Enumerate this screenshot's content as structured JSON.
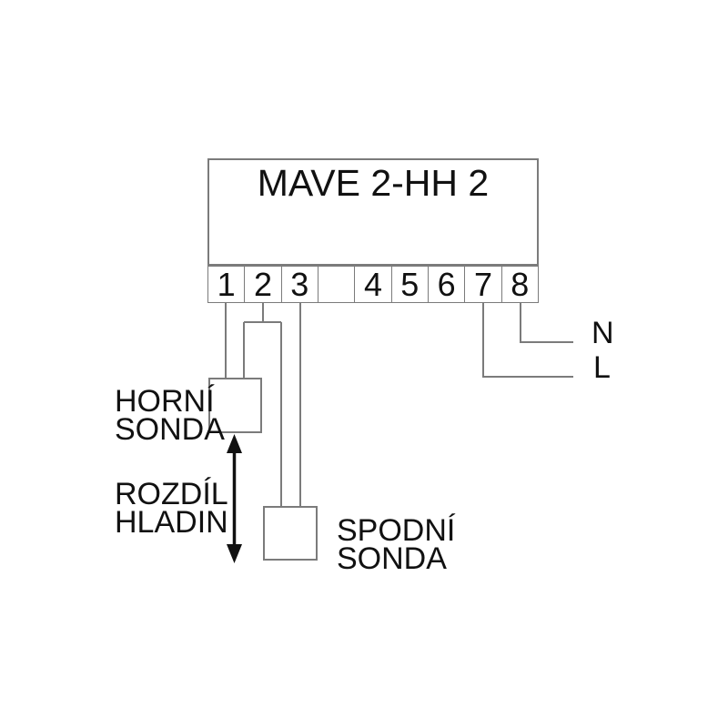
{
  "title": "MAVE 2-HH 2",
  "terminals": [
    "1",
    "2",
    "3",
    "",
    "4",
    "5",
    "6",
    "7",
    "8"
  ],
  "labels": {
    "upper_probe_line1": "HORNÍ",
    "upper_probe_line2": "SONDA",
    "level_diff_line1": "ROZDÍL",
    "level_diff_line2": "HLADIN",
    "lower_probe_line1": "SPODNÍ",
    "lower_probe_line2": "SONDA",
    "neutral": "N",
    "line": "L"
  },
  "icons": {
    "relay_contact": "relay-changeover-contact-icon",
    "level_difference_arrow": "double-headed-vertical-arrow-icon"
  },
  "colors": {
    "ink": "#111111",
    "wire_gray": "#7b7b7b",
    "background": "#ffffff"
  }
}
